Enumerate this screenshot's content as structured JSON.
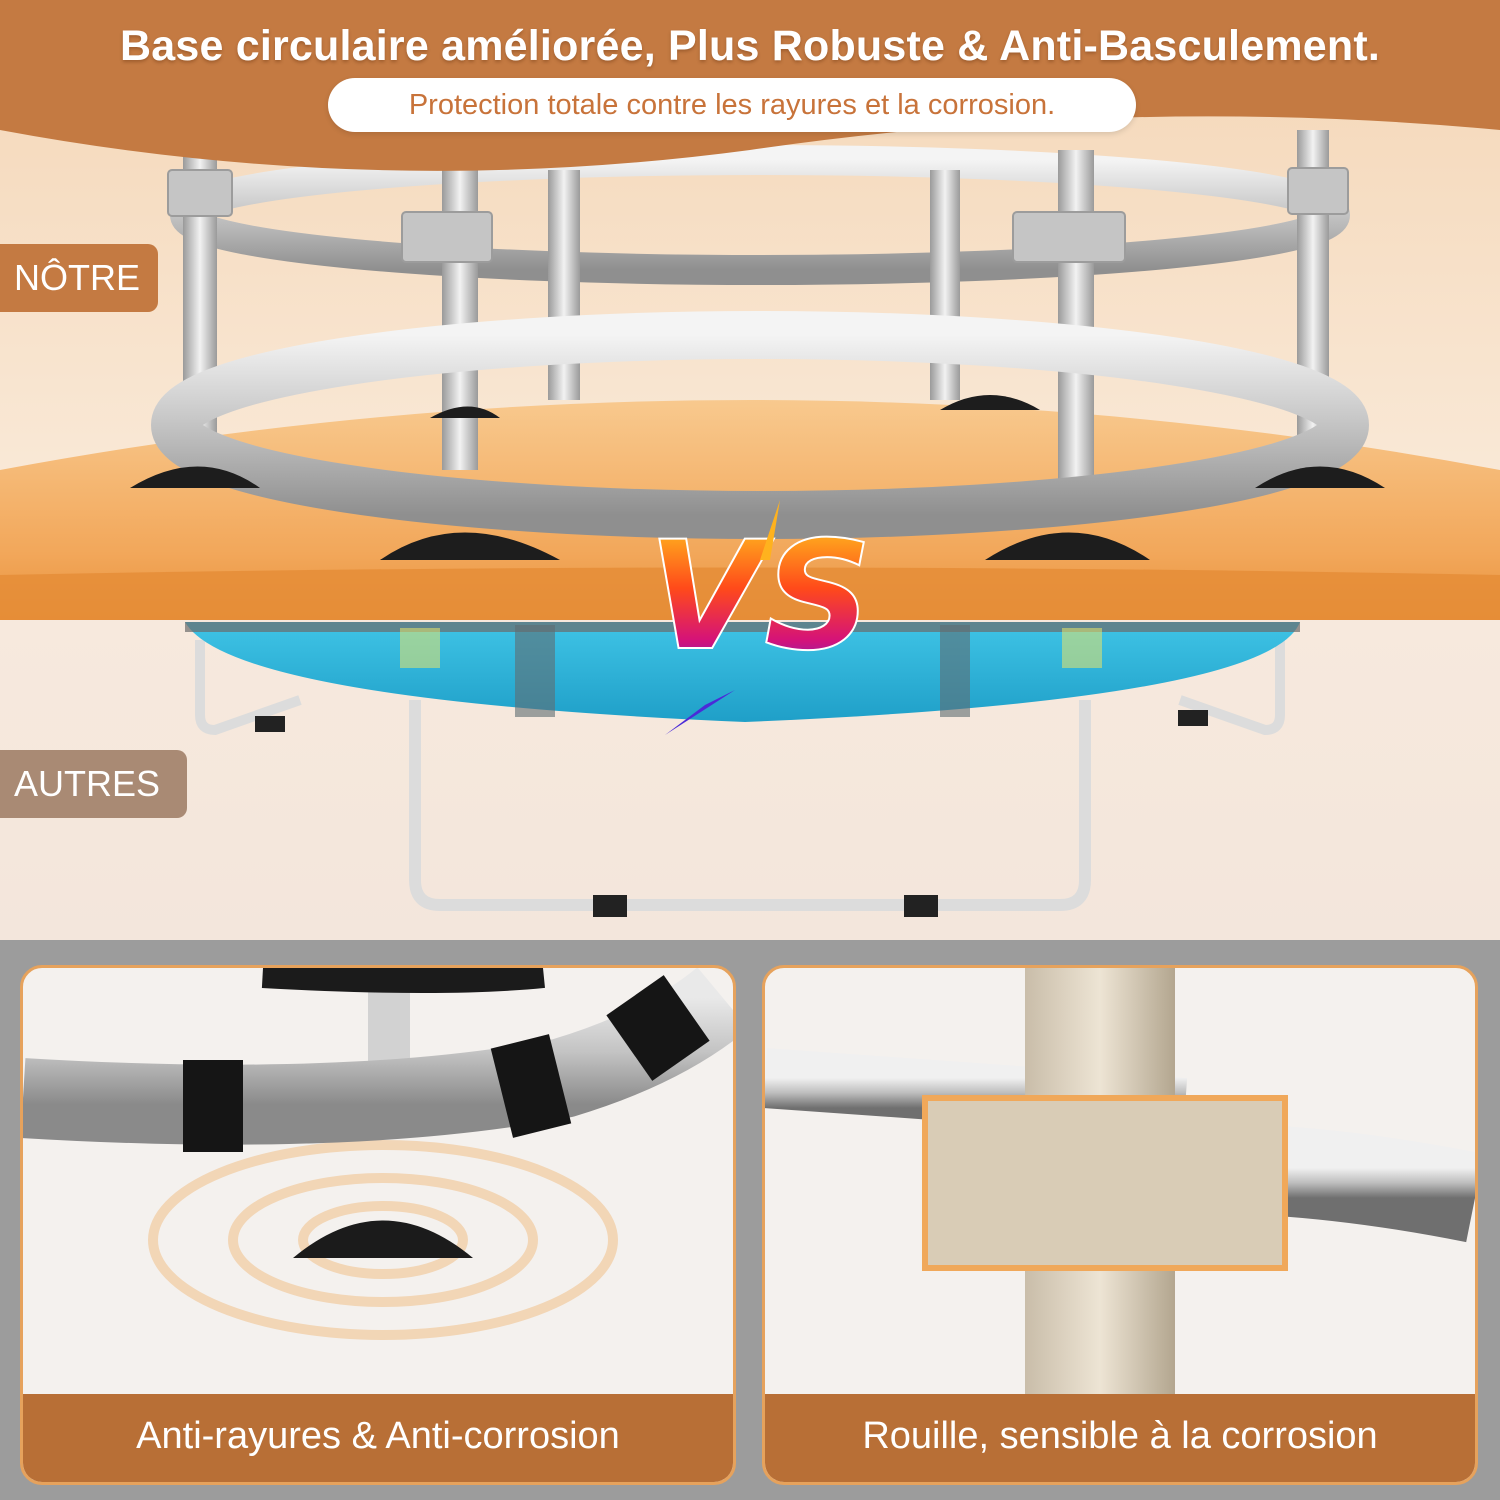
{
  "header": {
    "headline": "Base circulaire améliorée, Plus Robuste & Anti-Basculement.",
    "subtitle": "Protection totale contre les rayures et la corrosion."
  },
  "comparison": {
    "ours_label": "NÔTRE",
    "others_label": "AUTRES",
    "vs_label": "VS"
  },
  "panels": {
    "left_caption": "Anti-rayures & Anti-corrosion",
    "right_caption": "Rouille, sensible à la corrosion"
  },
  "colors": {
    "brand_orange": "#c47a42",
    "caption_brown": "#b86f36",
    "trampoline_blue": "#2fb3d8",
    "panel_border": "#e6a25c"
  }
}
